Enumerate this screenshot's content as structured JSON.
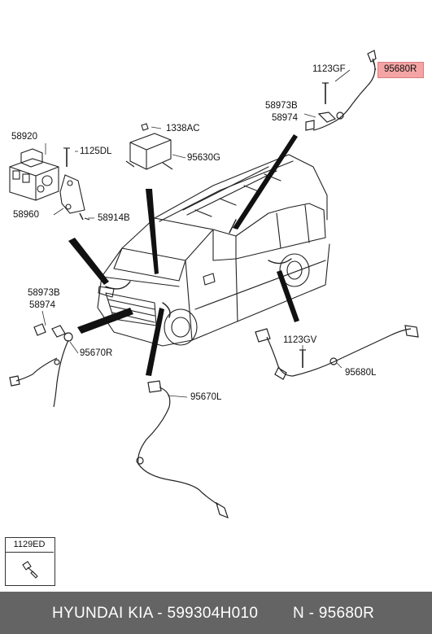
{
  "labels": {
    "p58920": "58920",
    "p1125DL": "1125DL",
    "p58960": "58960",
    "p58914B": "58914B",
    "p1338AC": "1338AC",
    "p95630G": "95630G",
    "p1123GF": "1123GF",
    "p95680R": "95680R",
    "p58973B_top": "58973B",
    "p58974_top": "58974",
    "p58973B_left": "58973B",
    "p58974_left": "58974",
    "p95670R": "95670R",
    "p95670L": "95670L",
    "p1123GV": "1123GV",
    "p95680L": "95680L",
    "p1129ED": "1129ED"
  },
  "highlight_color": "#f4a4a4",
  "footer": {
    "brand": "HYUNDAI  KIA - 599304H010",
    "part": "N - 95680R"
  }
}
